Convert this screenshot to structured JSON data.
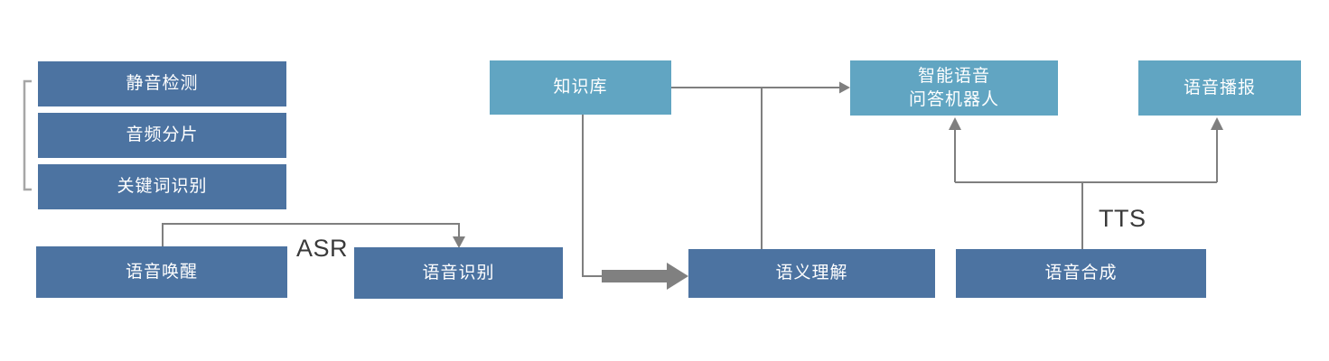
{
  "diagram": {
    "description": "voice-ai-pipeline-flow-diagram",
    "colors": {
      "dark_box": "#4C73A1",
      "light_box": "#61A5C2",
      "connector": "#7F7F7F",
      "thick_arrow": "#808080",
      "bracket": "#A6A6A6",
      "annotation_text": "#3A3A3A",
      "box_text": "#FFFFFF"
    },
    "nodes": [
      {
        "id": "silence-detection",
        "label": "静音检测",
        "variant": "dark"
      },
      {
        "id": "audio-segmentation",
        "label": "音频分片",
        "variant": "dark"
      },
      {
        "id": "keyword-recognition",
        "label": "关键词识别",
        "variant": "dark"
      },
      {
        "id": "voice-wakeup",
        "label": "语音唤醒",
        "variant": "dark"
      },
      {
        "id": "speech-recognition",
        "label": "语音识别",
        "variant": "dark"
      },
      {
        "id": "knowledge-base",
        "label": "知识库",
        "variant": "light"
      },
      {
        "id": "semantic-understanding",
        "label": "语义理解",
        "variant": "dark"
      },
      {
        "id": "qa-robot",
        "label": "智能语音\n问答机器人",
        "variant": "light"
      },
      {
        "id": "speech-synthesis",
        "label": "语音合成",
        "variant": "dark"
      },
      {
        "id": "voice-broadcast",
        "label": "语音播报",
        "variant": "light"
      }
    ],
    "annotations": [
      {
        "id": "asr-label",
        "text": "ASR"
      },
      {
        "id": "tts-label",
        "text": "TTS"
      }
    ]
  }
}
